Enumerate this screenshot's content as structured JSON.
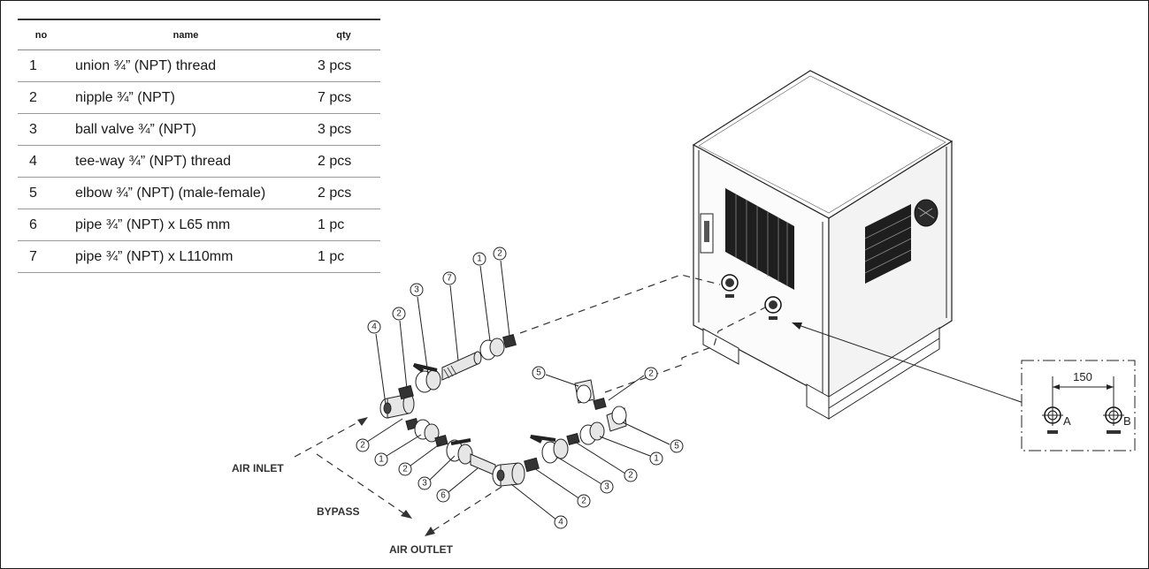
{
  "table": {
    "headers": {
      "no": "no",
      "name": "name",
      "qty": "qty"
    },
    "rows": [
      {
        "no": "1",
        "name": "union ¾” (NPT) thread",
        "qty": "3 pcs"
      },
      {
        "no": "2",
        "name": "nipple ¾” (NPT)",
        "qty": "7 pcs"
      },
      {
        "no": "3",
        "name": "ball valve ¾” (NPT)",
        "qty": "3 pcs"
      },
      {
        "no": "4",
        "name": "tee-way ¾” (NPT) thread",
        "qty": "2 pcs"
      },
      {
        "no": "5",
        "name": "elbow ¾” (NPT) (male-female)",
        "qty": "2 pcs"
      },
      {
        "no": "6",
        "name": "pipe ¾” (NPT) x L65 mm",
        "qty": "1 pc"
      },
      {
        "no": "7",
        "name": "pipe ¾” (NPT) x L110mm",
        "qty": "1 pc"
      }
    ]
  },
  "flow_labels": {
    "air_inlet": "AIR INLET",
    "bypass": "BYPASS",
    "air_outlet": "AIR OUTLET"
  },
  "detail": {
    "dimension": "150",
    "port_a": "A",
    "port_b": "B"
  },
  "callouts": {
    "c1": "4",
    "c2": "2",
    "c3": "3",
    "c4": "7",
    "c5": "1",
    "c6": "2",
    "c7": "2",
    "c8": "1",
    "c9": "2",
    "c10": "3",
    "c11": "6",
    "c12": "5",
    "c13": "2",
    "c14": "5",
    "c15": "1",
    "c16": "2",
    "c17": "3",
    "c18": "2",
    "c19": "4"
  }
}
